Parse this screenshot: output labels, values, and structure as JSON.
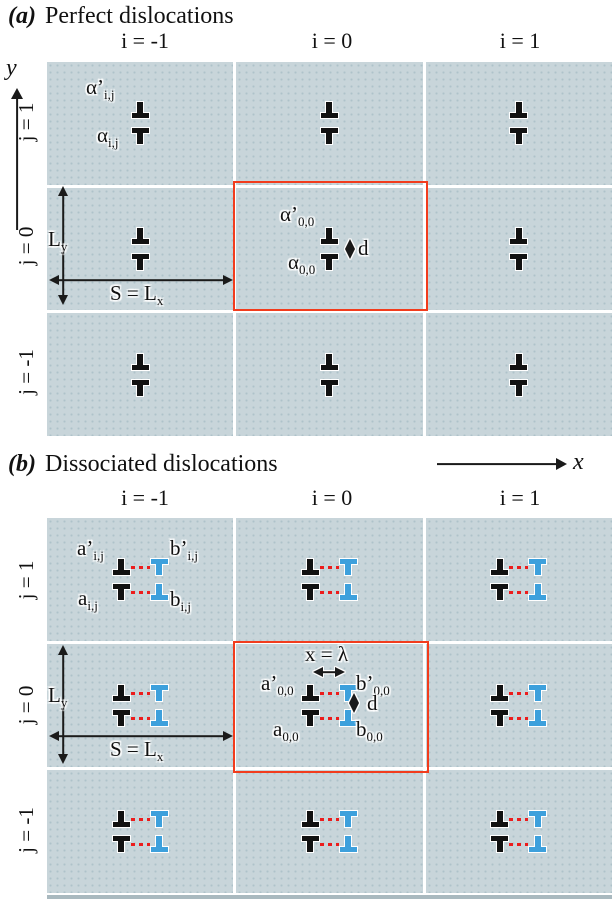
{
  "colors": {
    "cell_bg": "#c8d5da",
    "box_red": "#f23c1d",
    "dash_red": "#ec1c1c",
    "partial_blue": "#3da0dc",
    "ink": "#111111",
    "bottom_strip": "#a9b9bf"
  },
  "axes": {
    "y": "y",
    "x": "x"
  },
  "columns": [
    "i = -1",
    "i = 0",
    "i = 1"
  ],
  "rows": [
    "j = 1",
    "j = 0",
    "j = -1"
  ],
  "dims": {
    "ly": {
      "base": "L",
      "sub": "y"
    },
    "s": {
      "base": "S = L",
      "sub": "x"
    }
  },
  "panel_a": {
    "tag": "(a)",
    "title": "Perfect dislocations",
    "labels": {
      "ap_ij": {
        "base": "α’",
        "sub": "i,j"
      },
      "a_ij": {
        "base": "α",
        "sub": "i,j"
      },
      "ap_00": {
        "base": "α’",
        "sub": "0,0"
      },
      "a_00": {
        "base": "α",
        "sub": "0,0"
      },
      "d": "d"
    }
  },
  "panel_b": {
    "tag": "(b)",
    "title": "Dissociated dislocations",
    "labels": {
      "ap_ij": {
        "base": "a’",
        "sub": "i,j"
      },
      "bp_ij": {
        "base": "b’",
        "sub": "i,j"
      },
      "a_ij": {
        "base": "a",
        "sub": "i,j"
      },
      "b_ij": {
        "base": "b",
        "sub": "i,j"
      },
      "x_lambda": "x = λ",
      "ap_00": {
        "base": "a’",
        "sub": "0,0"
      },
      "bp_00": {
        "base": "b’",
        "sub": "0,0"
      },
      "a_00": {
        "base": "a",
        "sub": "0,0"
      },
      "b_00": {
        "base": "b",
        "sub": "0,0"
      },
      "d": "d"
    }
  }
}
